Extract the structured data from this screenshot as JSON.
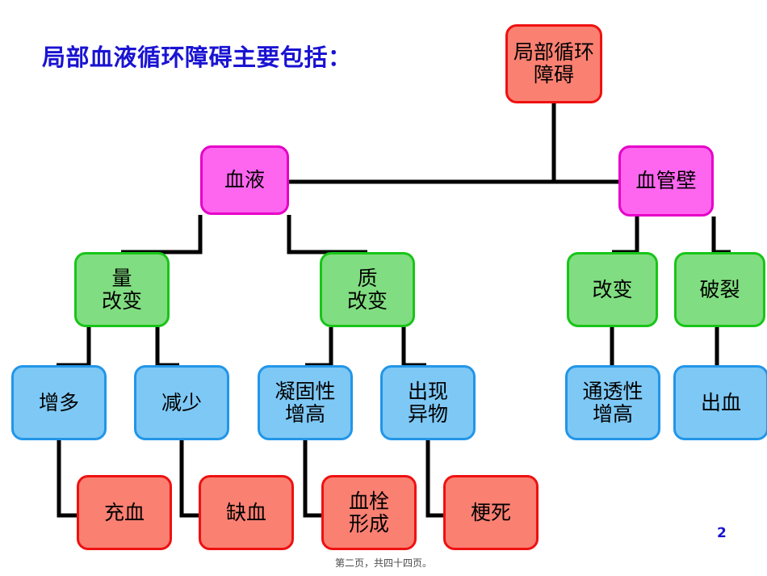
{
  "slide": {
    "title": "局部血液循环障碍主要包括：",
    "title_color": "#1a13d2",
    "page_number": "2",
    "footer": "第二页，共四十四页。",
    "background": "#ffffff"
  },
  "palette": {
    "red_fill": "#fa8072",
    "red_border": "#ee1111",
    "pink_fill": "#ff66f0",
    "pink_border": "#e600c8",
    "green_fill": "#81dd81",
    "green_border": "#18c518",
    "blue_fill": "#7ec8f5",
    "blue_border": "#2196e8",
    "connector": "#000000"
  },
  "nodes": {
    "root": {
      "label": "局部循环\n障碍",
      "color": "red"
    },
    "blood": {
      "label": "血液",
      "color": "pink"
    },
    "vessel_wall": {
      "label": "血管壁",
      "color": "pink"
    },
    "quantity_change": {
      "label": "量\n改变",
      "color": "green"
    },
    "quality_change": {
      "label": "质\n改变",
      "color": "green"
    },
    "wall_change": {
      "label": "改变",
      "color": "green"
    },
    "wall_rupture": {
      "label": "破裂",
      "color": "green"
    },
    "increase": {
      "label": "增多",
      "color": "blue"
    },
    "decrease": {
      "label": "减少",
      "color": "blue"
    },
    "coagulation_up": {
      "label": "凝固性\n增高",
      "color": "blue"
    },
    "foreign_body": {
      "label": "出现\n异物",
      "color": "blue"
    },
    "permeability_up": {
      "label": "通透性\n增高",
      "color": "blue"
    },
    "bleeding": {
      "label": "出血",
      "color": "blue"
    },
    "hyperemia": {
      "label": "充血",
      "color": "red"
    },
    "ischemia": {
      "label": "缺血",
      "color": "red"
    },
    "thrombosis": {
      "label": "血栓\n形成",
      "color": "red"
    },
    "infarction": {
      "label": "梗死",
      "color": "red"
    }
  },
  "edges": [
    {
      "from": "root",
      "to": "blood"
    },
    {
      "from": "root",
      "to": "vessel_wall"
    },
    {
      "from": "blood",
      "to": "quantity_change"
    },
    {
      "from": "blood",
      "to": "quality_change"
    },
    {
      "from": "vessel_wall",
      "to": "wall_change"
    },
    {
      "from": "vessel_wall",
      "to": "wall_rupture"
    },
    {
      "from": "quantity_change",
      "to": "increase"
    },
    {
      "from": "quantity_change",
      "to": "decrease"
    },
    {
      "from": "quality_change",
      "to": "coagulation_up"
    },
    {
      "from": "quality_change",
      "to": "foreign_body"
    },
    {
      "from": "wall_change",
      "to": "permeability_up"
    },
    {
      "from": "wall_rupture",
      "to": "bleeding"
    },
    {
      "from": "increase",
      "to": "hyperemia"
    },
    {
      "from": "decrease",
      "to": "ischemia"
    },
    {
      "from": "coagulation_up",
      "to": "thrombosis"
    },
    {
      "from": "foreign_body",
      "to": "infarction"
    }
  ]
}
